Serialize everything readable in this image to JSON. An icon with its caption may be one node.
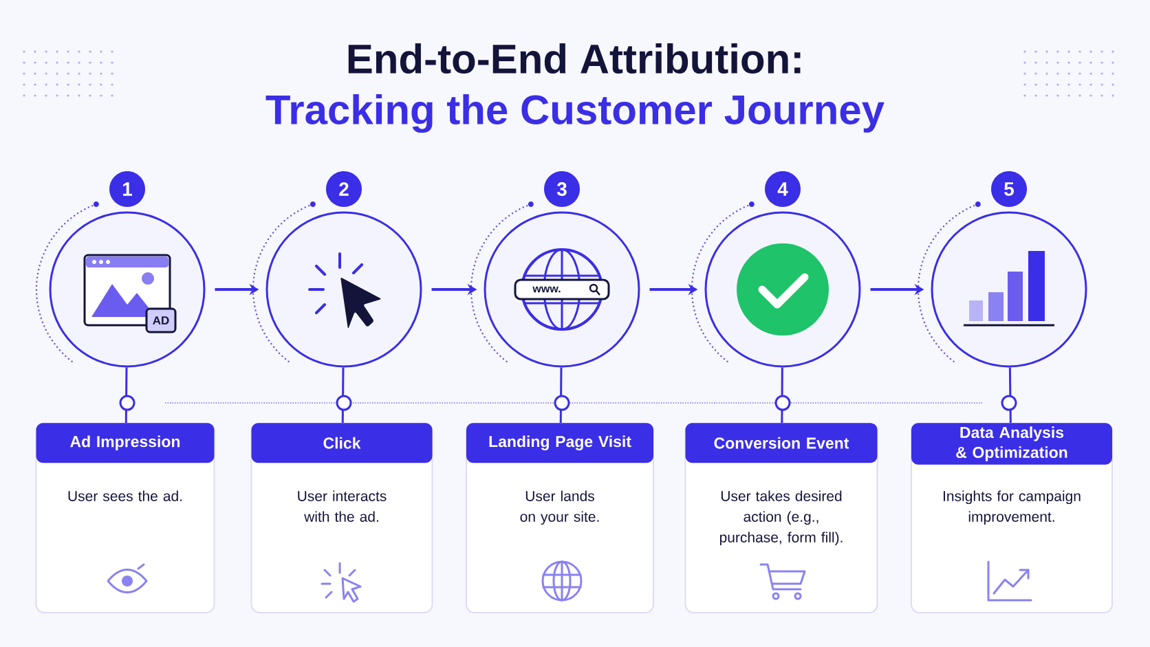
{
  "diagram": {
    "title": "End-to-End Attribution:",
    "nodes": [
      {
        "text": [
          "1"
        ]
      },
      {
        "text": [],
        "shape": "circle"
      },
      {
        "text": [
          "Ad Impression",
          "User sees the ad."
        ]
      },
      {
        "text": [
          "2"
        ]
      },
      {
        "text": [],
        "shape": "circle"
      },
      {
        "text": [
          "Click",
          "User interacts with the ad."
        ]
      },
      {
        "text": [
          "3"
        ]
      },
      {
        "text": [],
        "shape": "circle"
      },
      {
        "text": [
          "Landing Page Visit",
          "User lands on your site."
        ]
      },
      {
        "text": [
          "4"
        ]
      },
      {
        "text": [],
        "shape": "circle"
      },
      {
        "text": [
          "Conversion Event",
          "User takes desired action (e.g., purchase, form fill)."
        ]
      },
      {
        "text": [
          "5"
        ]
      },
      {
        "text": [],
        "shape": "circle"
      },
      {
        "text": [
          "Data Analysis & Optimization",
          "Insights for campaign improvement."
        ]
      }
    ],
    "edges": [
      {
        "from": 1,
        "to": 2,
        "arrow": "none"
      },
      {
        "from": 1,
        "to": 4,
        "arrow": "to"
      },
      {
        "from": 4,
        "to": 5,
        "arrow": "none"
      },
      {
        "from": 4,
        "to": 7,
        "arrow": "to"
      },
      {
        "from": 7,
        "to": 8,
        "arrow": "none"
      },
      {
        "from": 7,
        "to": 10,
        "arrow": "to"
      },
      {
        "from": 10,
        "to": 11,
        "arrow": "none"
      },
      {
        "from": 10,
        "to": 13,
        "arrow": "to"
      },
      {
        "from": 13,
        "to": 14,
        "arrow": "none"
      }
    ],
    "labels": [
      "Tracking the Customer Journey",
      "AD",
      "www."
    ]
  }
}
